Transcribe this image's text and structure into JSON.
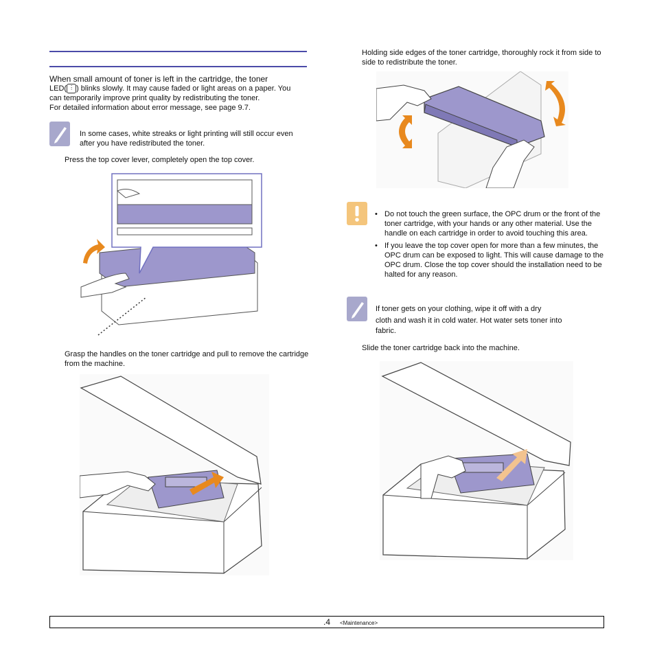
{
  "left": {
    "intro": "When small amount of toner is left in the cartridge, the toner",
    "led_line_prefix": "LED(",
    "led_line_suffix": ") blinks slowly. It may cause faded or light areas on a paper. You",
    "intro_cont": "can temporarily improve print quality by redistributing the toner.",
    "detail": "For detailed information about error message, see page  9.7.",
    "note": "In some cases, white streaks or light printing will still occur even after you have redistributed the toner.",
    "step1": "Press the top cover lever, completely open the top cover.",
    "step2": "Grasp the handles on the toner cartridge and pull to remove the cartridge from the machine."
  },
  "right": {
    "step3": "Holding side edges of the toner cartridge, thoroughly rock it from side to side to redistribute the toner.",
    "caution": [
      "Do not touch the green surface, the OPC drum or the front of the toner cartridge, with your hands or any other material. Use the handle on each cartridge in order to avoid touching this area.",
      "If you leave the top cover open for more than a few minutes, the OPC drum can be exposed to light. This will cause damage to the OPC drum. Close the top cover should the installation need to be halted for any reason."
    ],
    "note_line1": "If toner gets on your clothing, wipe it off with a dry",
    "note_line2": "cloth and wash it in cold water. Hot water sets toner into",
    "note_line3": "fabric.",
    "step4": "Slide the toner cartridge back into the machine."
  },
  "footer": {
    "page": ".4",
    "section": "<Maintenance>"
  },
  "colors": {
    "rule": "#4a4aa8",
    "note_icon": "#a8a8cc",
    "caution_icon": "#f4c57c",
    "arrow_orange": "#e8891e",
    "cartridge": "#9d97cc"
  }
}
